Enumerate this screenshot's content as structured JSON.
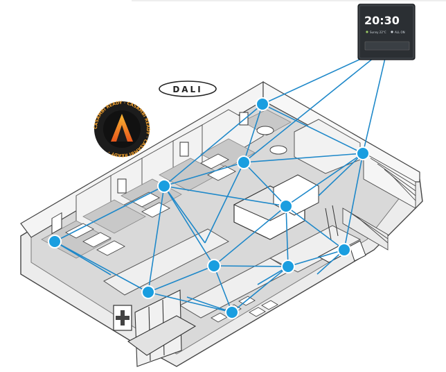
{
  "panel": {
    "time": "20:30",
    "status_left": "Sunny 22°C",
    "status_right": "ALL ON"
  },
  "logo_dali": {
    "text": "DALI"
  },
  "badge": {
    "ring_text": "CASAMBI READY · CASAMBI READY · CASAMBI READY · "
  },
  "colors": {
    "mesh_line": "#1e88c9",
    "node_fill": "#1a9ee0",
    "node_stroke": "#ffffff",
    "panel_bg": "#2b2f33",
    "badge_accent": "#f39200"
  },
  "icons": [
    "dali-logo-icon",
    "casambi-ready-badge-icon",
    "hospital-cross-icon"
  ]
}
